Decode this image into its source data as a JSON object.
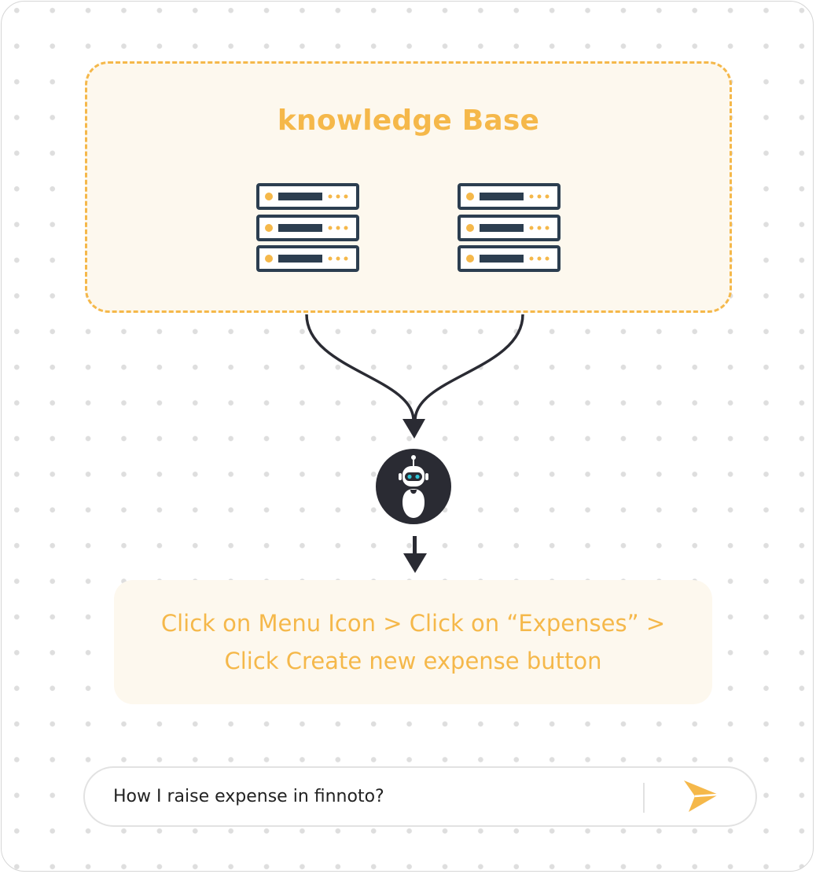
{
  "knowledge_base": {
    "title": "knowledge Base",
    "servers": [
      "server-icon",
      "server-icon"
    ]
  },
  "assistant": {
    "icon": "robot-icon"
  },
  "answer": {
    "line1": "Click on Menu Icon > Click on “Expenses” >",
    "line2": "Click Create new expense button"
  },
  "chat": {
    "message": "How I raise expense in finnoto?",
    "send_icon": "send-icon"
  },
  "colors": {
    "accent": "#f5b84a",
    "accent_bg": "#fdf8ee",
    "dark": "#2a2b33",
    "server_blue": "#2c3e50",
    "eye_cyan": "#2ec4d6"
  }
}
